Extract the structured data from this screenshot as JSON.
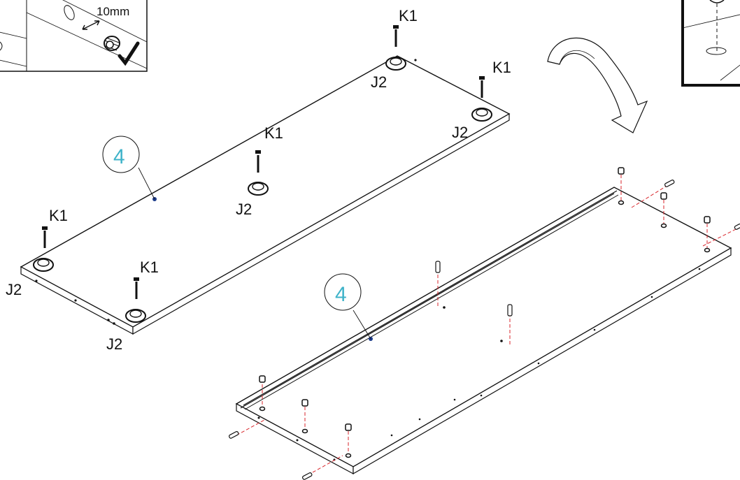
{
  "detail": {
    "dimension": "10mm"
  },
  "part_number": "4",
  "labels": {
    "screw": "K1",
    "foot": "J2"
  },
  "colors": {
    "line": "#111111",
    "guide": "#d9262b",
    "part_badge": "#3fb3c9",
    "marker": "#1b3a8a"
  }
}
